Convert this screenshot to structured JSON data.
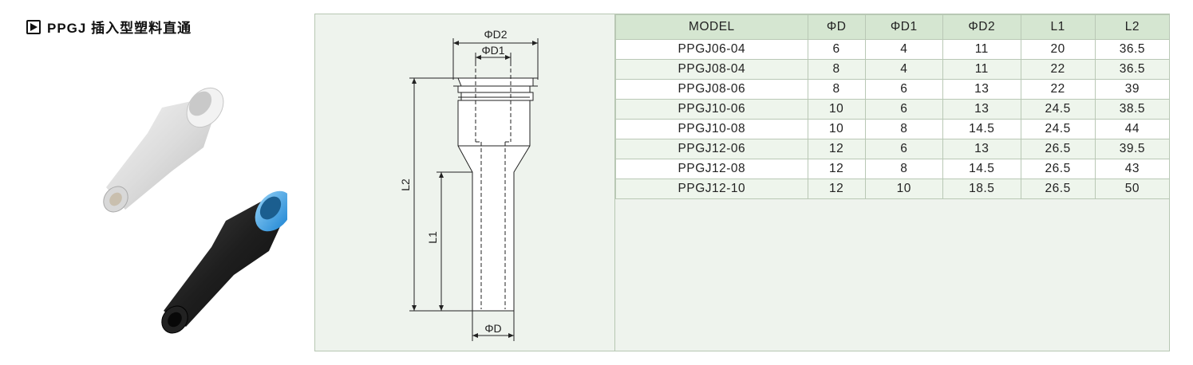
{
  "title": "PPGJ 插入型塑料直通",
  "icons": {
    "title_marker": "play-icon"
  },
  "drawing": {
    "label_D2": "ΦD2",
    "label_D1": "ΦD1",
    "label_D": "ΦD",
    "label_L2": "L2",
    "label_L1": "L1"
  },
  "table": {
    "headers": [
      "MODEL",
      "ΦD",
      "ΦD1",
      "ΦD2",
      "L1",
      "L2"
    ],
    "rows": [
      [
        "PPGJ06-04",
        "6",
        "4",
        "11",
        "20",
        "36.5"
      ],
      [
        "PPGJ08-04",
        "8",
        "4",
        "11",
        "22",
        "36.5"
      ],
      [
        "PPGJ08-06",
        "8",
        "6",
        "13",
        "22",
        "39"
      ],
      [
        "PPGJ10-06",
        "10",
        "6",
        "13",
        "24.5",
        "38.5"
      ],
      [
        "PPGJ10-08",
        "10",
        "8",
        "14.5",
        "24.5",
        "44"
      ],
      [
        "PPGJ12-06",
        "12",
        "6",
        "13",
        "26.5",
        "39.5"
      ],
      [
        "PPGJ12-08",
        "12",
        "8",
        "14.5",
        "26.5",
        "43"
      ],
      [
        "PPGJ12-10",
        "12",
        "10",
        "18.5",
        "26.5",
        "50"
      ]
    ]
  }
}
